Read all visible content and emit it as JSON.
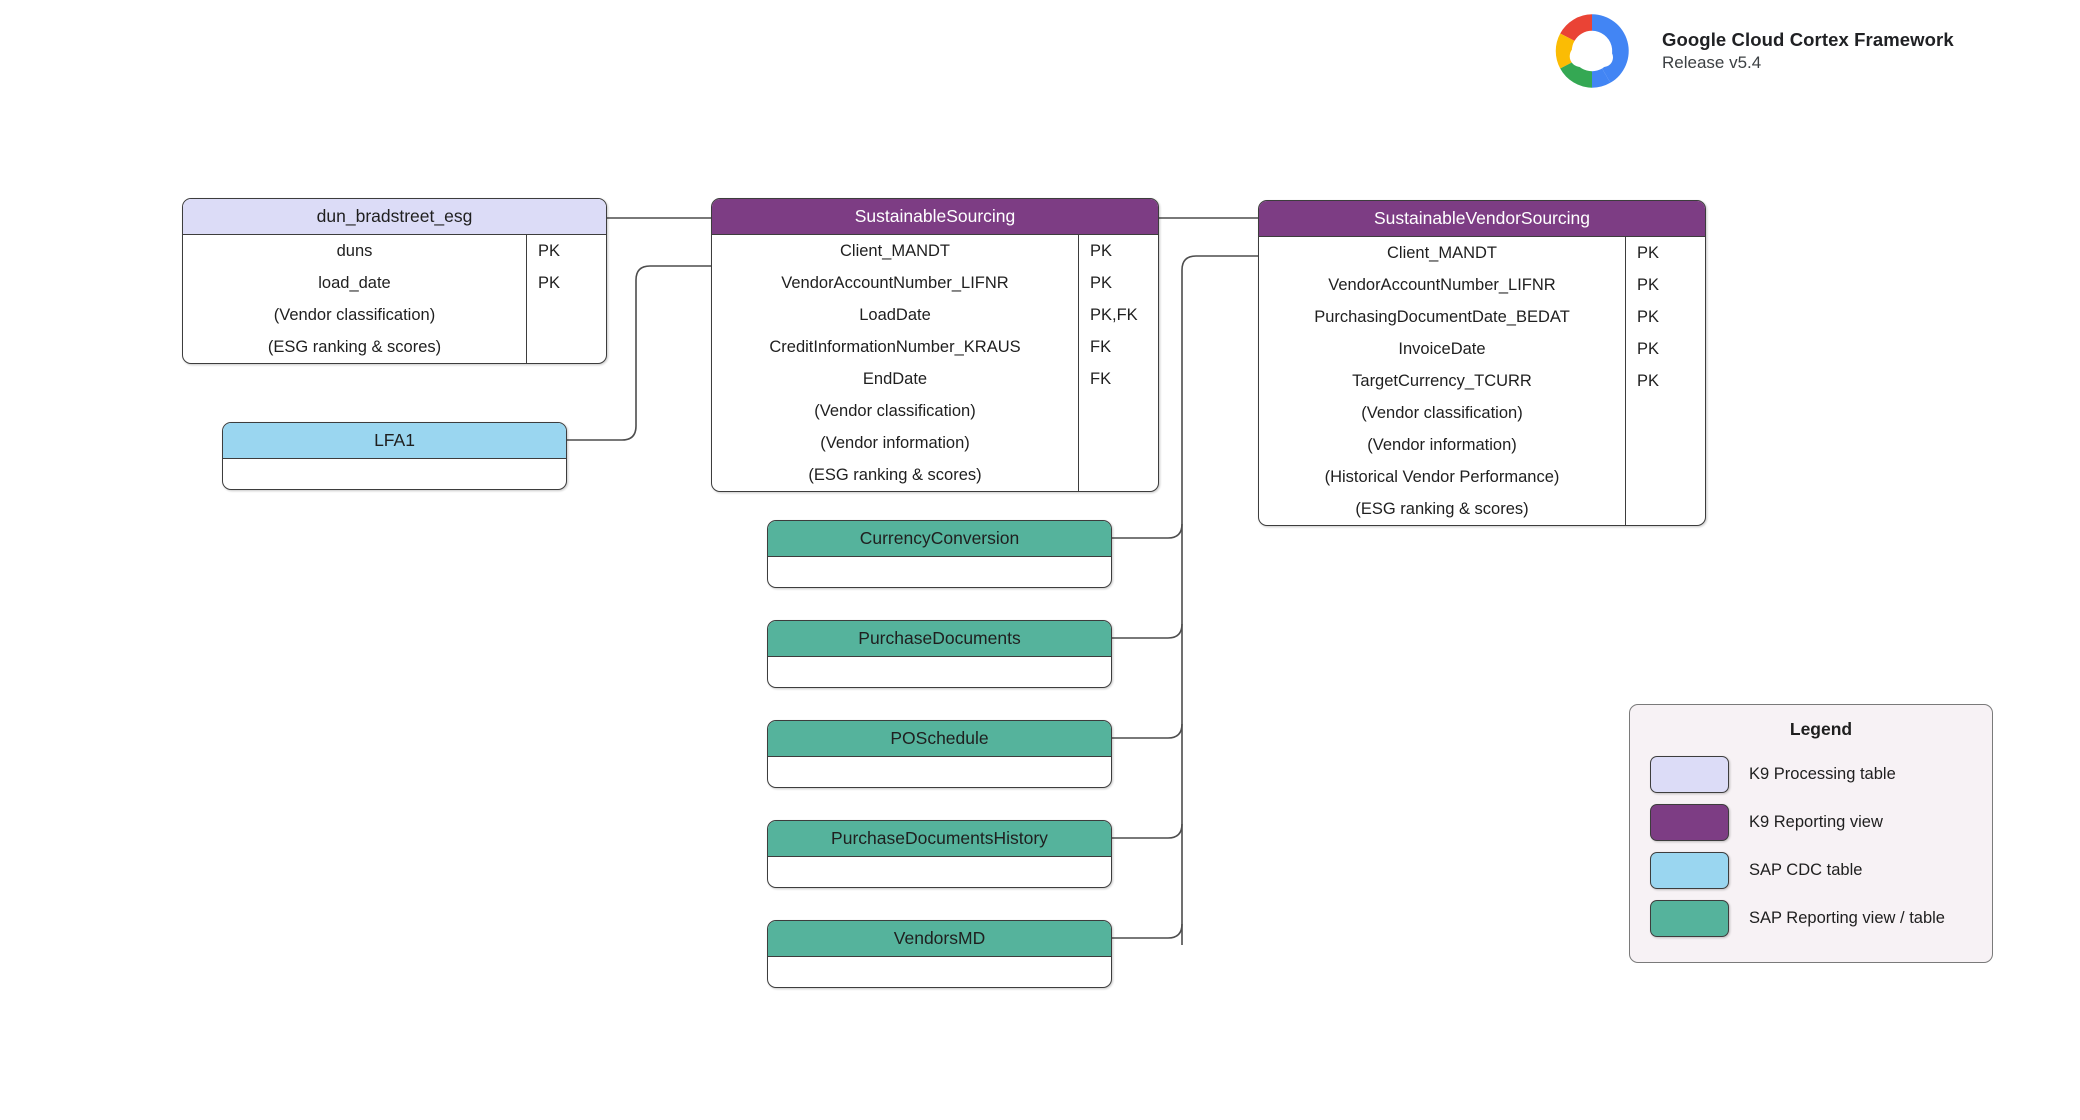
{
  "brand": {
    "logo_icon": "google-cloud-logo-icon",
    "title": "Google Cloud Cortex Framework",
    "release": "Release v5.4",
    "logo_colors": {
      "red": "#EA4335",
      "blue": "#4285F4",
      "yellow": "#FBBC04",
      "green": "#34A853"
    }
  },
  "palette": {
    "k9_processing_table": "#dcdcf7",
    "k9_reporting_view": "#7d3d84",
    "sap_cdc_table": "#9ad6f0",
    "sap_reporting_view": "#55b39c",
    "border": "#3d3d3d",
    "connector": "#4d4d4d",
    "legend_background": "#f7f2f5"
  },
  "entities": [
    {
      "id": "dun_bradstreet_esg",
      "name": "dun_bradstreet_esg",
      "type": "K9 Processing table",
      "fields": [
        {
          "name": "duns",
          "key": "PK"
        },
        {
          "name": "load_date",
          "key": "PK"
        },
        {
          "name": "(Vendor classification)",
          "key": ""
        },
        {
          "name": "(ESG ranking & scores)",
          "key": ""
        }
      ]
    },
    {
      "id": "lfa1",
      "name": "LFA1",
      "type": "SAP CDC table",
      "fields": []
    },
    {
      "id": "sustainable_sourcing",
      "name": "SustainableSourcing",
      "type": "K9 Reporting view",
      "fields": [
        {
          "name": "Client_MANDT",
          "key": "PK"
        },
        {
          "name": "VendorAccountNumber_LIFNR",
          "key": "PK"
        },
        {
          "name": "LoadDate",
          "key": "PK,FK"
        },
        {
          "name": "CreditInformationNumber_KRAUS",
          "key": "FK"
        },
        {
          "name": "EndDate",
          "key": "FK"
        },
        {
          "name": "(Vendor classification)",
          "key": ""
        },
        {
          "name": "(Vendor information)",
          "key": ""
        },
        {
          "name": "(ESG ranking & scores)",
          "key": ""
        }
      ]
    },
    {
      "id": "sustainable_vendor_sourcing",
      "name": "SustainableVendorSourcing",
      "type": "K9 Reporting view",
      "fields": [
        {
          "name": "Client_MANDT",
          "key": "PK"
        },
        {
          "name": "VendorAccountNumber_LIFNR",
          "key": "PK"
        },
        {
          "name": "PurchasingDocumentDate_BEDAT",
          "key": "PK"
        },
        {
          "name": "InvoiceDate",
          "key": "PK"
        },
        {
          "name": "TargetCurrency_TCURR",
          "key": "PK"
        },
        {
          "name": "(Vendor classification)",
          "key": ""
        },
        {
          "name": "(Vendor information)",
          "key": ""
        },
        {
          "name": "(Historical Vendor Performance)",
          "key": ""
        },
        {
          "name": "(ESG ranking & scores)",
          "key": ""
        }
      ]
    },
    {
      "id": "currency_conversion",
      "name": "CurrencyConversion",
      "type": "SAP Reporting view / table",
      "fields": []
    },
    {
      "id": "purchase_documents",
      "name": "PurchaseDocuments",
      "type": "SAP Reporting view / table",
      "fields": []
    },
    {
      "id": "po_schedule",
      "name": "POSchedule",
      "type": "SAP Reporting view / table",
      "fields": []
    },
    {
      "id": "purchase_documents_history",
      "name": "PurchaseDocumentsHistory",
      "type": "SAP Reporting view / table",
      "fields": []
    },
    {
      "id": "vendors_md",
      "name": "VendorsMD",
      "type": "SAP Reporting view / table",
      "fields": []
    }
  ],
  "legend": {
    "title": "Legend",
    "items": [
      {
        "label": "K9 Processing table",
        "color": "#dcdcf7"
      },
      {
        "label": "K9 Reporting view",
        "color": "#7d3d84"
      },
      {
        "label": "SAP CDC table",
        "color": "#9ad6f0"
      },
      {
        "label": "SAP Reporting view / table",
        "color": "#55b39c"
      }
    ]
  }
}
